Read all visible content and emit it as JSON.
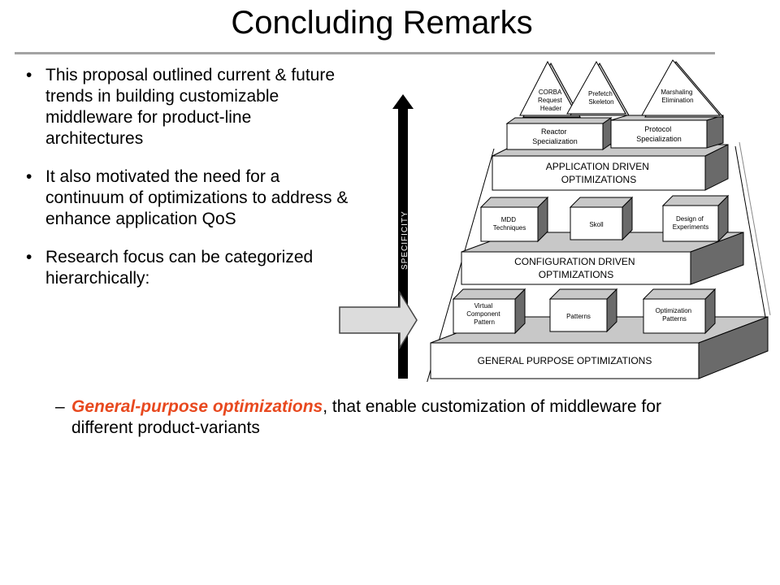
{
  "slide": {
    "title": "Concluding Remarks",
    "bullets": [
      "This proposal outlined current & future trends in building customizable middleware for product-line architectures",
      "It also motivated the need for a continuum of optimizations to address & enhance application QoS",
      "Research focus can be categorized hierarchically:"
    ],
    "bullet_marker": "•",
    "sub_marker": "–",
    "sub_bullet": {
      "emphasis": "General-purpose optimizations",
      "rest": ", that enable customization of middleware for different product-variants"
    },
    "colors": {
      "emphasis": "#e8491f",
      "rule": "#a3a3a3"
    }
  },
  "diagram": {
    "axis_label": "SPECIFICITY",
    "triangles": [
      [
        "CORBA",
        "Request",
        "Header"
      ],
      [
        "Prefetch",
        "Skeleton"
      ],
      [
        "Marshaling",
        "Elimination"
      ]
    ],
    "top_boxes": [
      [
        "Reactor",
        "Specialization"
      ],
      [
        "Protocol",
        "Specialization"
      ]
    ],
    "app_layer": [
      "APPLICATION DRIVEN",
      "OPTIMIZATIONS"
    ],
    "mid_boxes": [
      [
        "MDD",
        "Techniques"
      ],
      [
        "Skoll"
      ],
      [
        "Design of",
        "Experiments"
      ]
    ],
    "config_layer": [
      "CONFIGURATION DRIVEN",
      "OPTIMIZATIONS"
    ],
    "low_boxes": [
      [
        "Virtual",
        "Component",
        "Pattern"
      ],
      [
        "Patterns"
      ],
      [
        "Optimization",
        "Patterns"
      ]
    ],
    "general_layer": [
      "GENERAL PURPOSE OPTIMIZATIONS"
    ]
  }
}
